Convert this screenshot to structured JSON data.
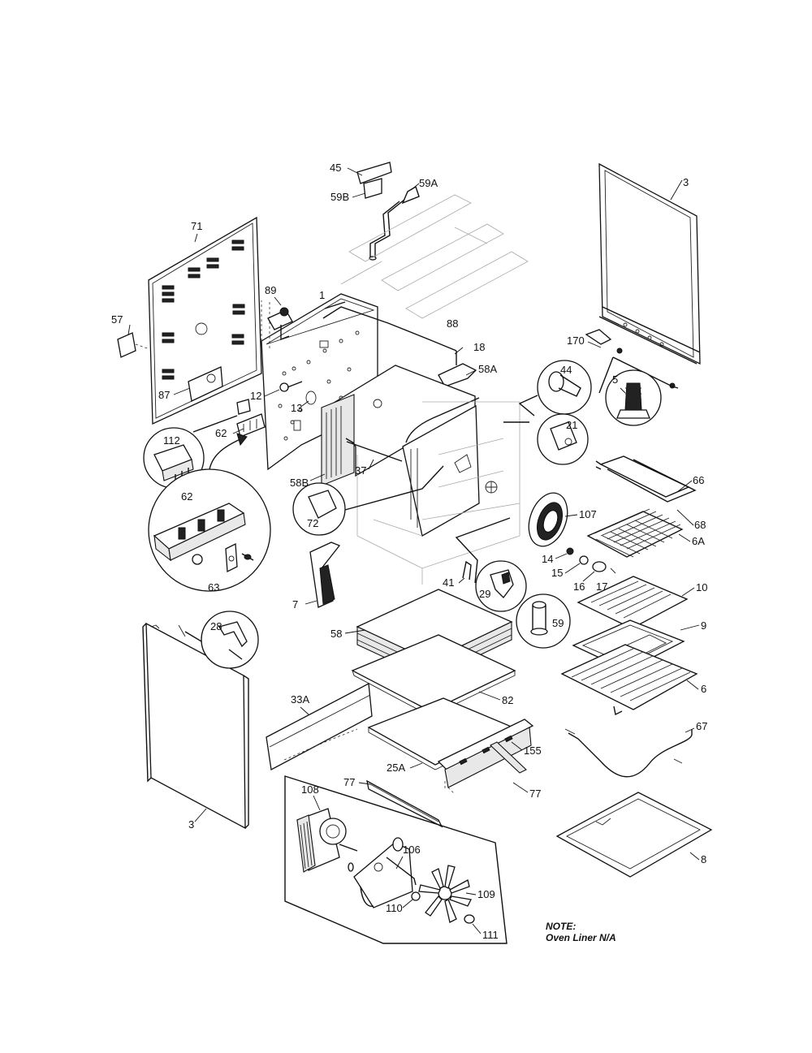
{
  "labels": {
    "p45": "45",
    "p59A": "59A",
    "p59B": "59B",
    "p3_top": "3",
    "p71": "71",
    "p89": "89",
    "p1": "1",
    "p88": "88",
    "p57": "57",
    "p18": "18",
    "p58A": "58A",
    "p170": "170",
    "p44": "44",
    "p5": "5",
    "p87": "87",
    "p12": "12",
    "p13": "13",
    "p21": "21",
    "p112": "112",
    "p62_top": "62",
    "p58B": "58B",
    "p37": "37",
    "p66": "66",
    "p72": "72",
    "p107": "107",
    "p68": "68",
    "p6A": "6A",
    "p62_circle": "62",
    "p14": "14",
    "p15": "15",
    "p16": "16",
    "p17": "17",
    "p63": "63",
    "p41": "41",
    "p7": "7",
    "p29": "29",
    "p10": "10",
    "p28": "28",
    "p59": "59",
    "p9": "9",
    "p58": "58",
    "p82": "82",
    "p6": "6",
    "p33A": "33A",
    "p67": "67",
    "p155": "155",
    "p25A": "25A",
    "p77_left": "77",
    "p77_right": "77",
    "p108": "108",
    "p3_bottom": "3",
    "p106": "106",
    "p8": "8",
    "p109": "109",
    "p110": "110",
    "p111": "111"
  },
  "note": {
    "line1": "NOTE:",
    "line2": "Oven Liner N/A"
  }
}
